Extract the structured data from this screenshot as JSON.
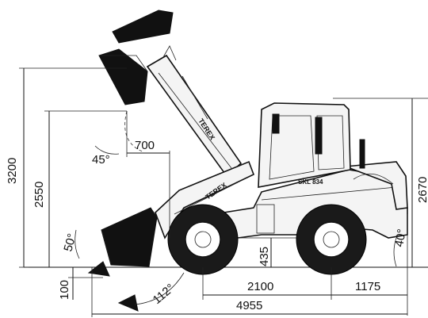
{
  "dimensions": {
    "height_3200": "3200",
    "height_2550": "2550",
    "reach_700": "700",
    "angle_45": "45°",
    "angle_50": "50°",
    "clearance_100": "100",
    "ground_clearance_435": "435",
    "wheelbase_2100": "2100",
    "rear_overhang_1175": "1175",
    "overall_length_4955": "4955",
    "cab_height_2670": "2670",
    "angle_112": "112°",
    "angle_40": "40°"
  },
  "branding": {
    "boom_logo": "TEREX",
    "frame_logo": "TEREX",
    "model": "SKL 834"
  },
  "colors": {
    "line": "#111111",
    "fill": "#f4f4f4",
    "background": "#ffffff"
  }
}
